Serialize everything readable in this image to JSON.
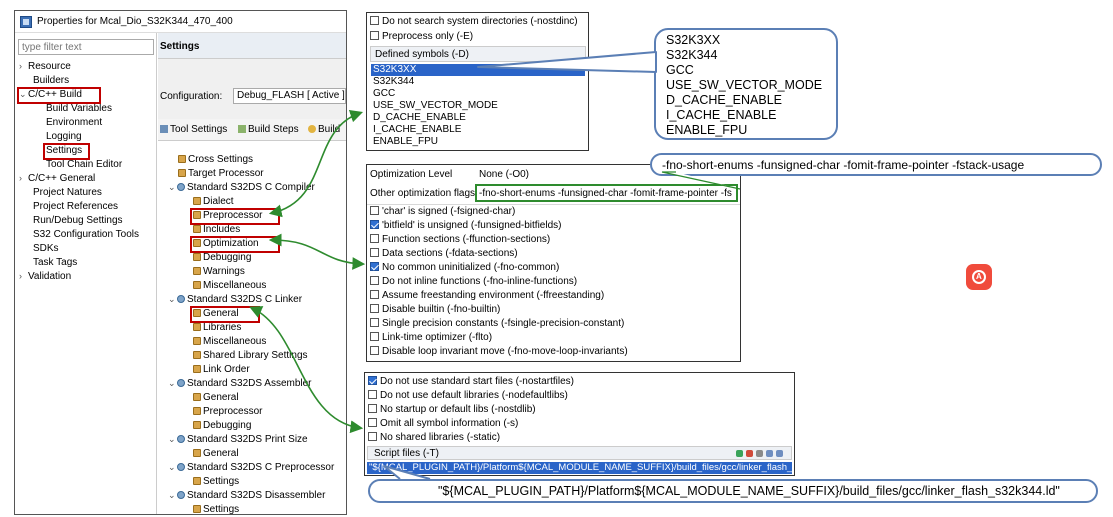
{
  "window": {
    "title": "Properties for Mcal_Dio_S32K344_470_400",
    "filter_placeholder": "type filter text",
    "left_tree": [
      "Resource",
      "Builders",
      "C/C++ Build",
      "Build Variables",
      "Environment",
      "Logging",
      "Settings",
      "Tool Chain Editor",
      "C/C++ General",
      "Project Natures",
      "Project References",
      "Run/Debug Settings",
      "S32 Configuration Tools",
      "SDKs",
      "Task Tags",
      "Validation"
    ],
    "settings_header": "Settings",
    "config_label": "Configuration:",
    "config_value": "Debug_FLASH  [ Active ]",
    "tabs": [
      "Tool Settings",
      "Build Steps",
      "Build"
    ],
    "tool_tree": [
      "Cross Settings",
      "Target Processor",
      "Standard S32DS C Compiler",
      "Dialect",
      "Preprocessor",
      "Includes",
      "Optimization",
      "Debugging",
      "Warnings",
      "Miscellaneous",
      "Standard S32DS C Linker",
      "General",
      "Libraries",
      "Miscellaneous",
      "Shared Library Settings",
      "Link Order",
      "Standard S32DS Assembler",
      "General",
      "Preprocessor",
      "Debugging",
      "Standard S32DS Print Size",
      "General",
      "Standard S32DS C Preprocessor",
      "Settings",
      "Standard S32DS Disassembler",
      "Settings"
    ]
  },
  "preprocessor_panel": {
    "nostdinc": "Do not search system directories (-nostdinc)",
    "preprocess_only": "Preprocess only (-E)",
    "defined_symbols_label": "Defined symbols (-D)",
    "symbols": [
      "S32K3XX",
      "S32K344",
      "GCC",
      "USE_SW_VECTOR_MODE",
      "D_CACHE_ENABLE",
      "I_CACHE_ENABLE",
      "ENABLE_FPU"
    ]
  },
  "symbols_callout": [
    "S32K3XX",
    "S32K344",
    "GCC",
    "USE_SW_VECTOR_MODE",
    "D_CACHE_ENABLE",
    "I_CACHE_ENABLE",
    "ENABLE_FPU"
  ],
  "optimization_panel": {
    "level_label": "Optimization Level",
    "level_value": "None (-O0)",
    "other_flags_label": "Other optimization flags",
    "other_flags_value": "-fno-short-enums -funsigned-char -fomit-frame-pointer -fs",
    "options": [
      {
        "label": "'char' is signed (-fsigned-char)",
        "checked": false
      },
      {
        "label": "'bitfield' is unsigned (-funsigned-bitfields)",
        "checked": true
      },
      {
        "label": "Function sections (-ffunction-sections)",
        "checked": false
      },
      {
        "label": "Data sections (-fdata-sections)",
        "checked": false
      },
      {
        "label": "No common uninitialized (-fno-common)",
        "checked": true
      },
      {
        "label": "Do not inline functions (-fno-inline-functions)",
        "checked": false
      },
      {
        "label": "Assume freestanding environment (-ffreestanding)",
        "checked": false
      },
      {
        "label": "Disable builtin (-fno-builtin)",
        "checked": false
      },
      {
        "label": "Single precision constants (-fsingle-precision-constant)",
        "checked": false
      },
      {
        "label": "Link-time optimizer (-flto)",
        "checked": false
      },
      {
        "label": "Disable loop invariant move (-fno-move-loop-invariants)",
        "checked": false
      }
    ]
  },
  "flags_callout": "-fno-short-enums -funsigned-char -fomit-frame-pointer -fstack-usage",
  "linker_panel": {
    "options": [
      {
        "label": "Do not use standard start files (-nostartfiles)",
        "checked": true
      },
      {
        "label": "Do not use default libraries (-nodefaultlibs)",
        "checked": false
      },
      {
        "label": "No startup or default libs (-nostdlib)",
        "checked": false
      },
      {
        "label": "Omit all symbol information (-s)",
        "checked": false
      },
      {
        "label": "No shared libraries (-static)",
        "checked": false
      }
    ],
    "script_label": "Script files (-T)",
    "script_value": "\"${MCAL_PLUGIN_PATH}/Platform${MCAL_MODULE_NAME_SUFFIX}/build_files/gcc/linker_flash_s3"
  },
  "script_callout": "\"${MCAL_PLUGIN_PATH}/Platform${MCAL_MODULE_NAME_SUFFIX}/build_files/gcc/linker_flash_s32k344.ld\"",
  "colors": {
    "highlight_red": "#c00000",
    "arrow_green": "#2e8b2e",
    "callout_blue": "#5b7fb5",
    "selection_blue": "#2a64c8"
  }
}
